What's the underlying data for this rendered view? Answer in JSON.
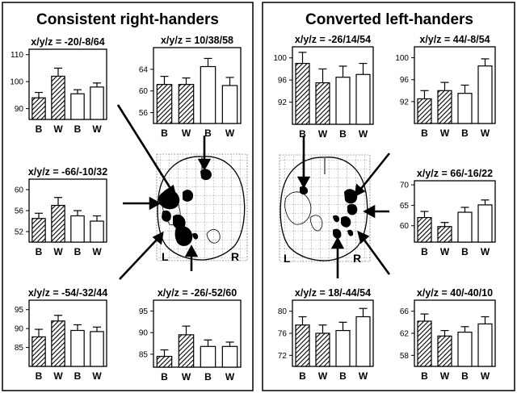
{
  "panels": [
    {
      "title": "Consistent right-handers",
      "brain_left_label": "L",
      "brain_right_label": "R"
    },
    {
      "title": "Converted left-handers",
      "brain_left_label": "L",
      "brain_right_label": "R"
    }
  ],
  "colors": {
    "frame": "#000000",
    "hatch": "#000000",
    "brain_blob": "#000000",
    "background": "#ffffff"
  },
  "chart_data": [
    {
      "type": "bar",
      "panel": "Consistent right-handers",
      "title": "x/y/z = -20/-8/64",
      "categories": [
        "B",
        "W",
        "B",
        "W"
      ],
      "values": [
        94,
        102,
        95.5,
        98
      ],
      "errors": [
        2,
        3,
        1.5,
        1.5
      ],
      "fills": [
        "hatched",
        "hatched",
        "open",
        "open"
      ],
      "ylim": [
        86,
        112
      ],
      "yticks": [
        90,
        100,
        110
      ]
    },
    {
      "type": "bar",
      "panel": "Consistent right-handers",
      "title": "x/y/z = 10/38/58",
      "categories": [
        "B",
        "W",
        "B",
        "W"
      ],
      "values": [
        61.2,
        61.2,
        64.5,
        61
      ],
      "errors": [
        1.5,
        1.2,
        1.5,
        1.5
      ],
      "fills": [
        "hatched",
        "hatched",
        "open",
        "open"
      ],
      "ylim": [
        54,
        68
      ],
      "yticks": [
        56,
        60,
        64
      ]
    },
    {
      "type": "bar",
      "panel": "Consistent right-handers",
      "title": "x/y/z = -66/-10/32",
      "categories": [
        "B",
        "W",
        "B",
        "W"
      ],
      "values": [
        54.5,
        57,
        55,
        54
      ],
      "errors": [
        1,
        1.5,
        1,
        1
      ],
      "fills": [
        "hatched",
        "hatched",
        "open",
        "open"
      ],
      "ylim": [
        50,
        62
      ],
      "yticks": [
        52,
        56,
        60
      ]
    },
    {
      "type": "bar",
      "panel": "Consistent right-handers",
      "title": "x/y/z = -54/-32/44",
      "categories": [
        "B",
        "W",
        "B",
        "W"
      ],
      "values": [
        87.8,
        92,
        89.5,
        89.2
      ],
      "errors": [
        2,
        1.5,
        1.5,
        1.2
      ],
      "fills": [
        "hatched",
        "hatched",
        "open",
        "open"
      ],
      "ylim": [
        80,
        97.5
      ],
      "yticks": [
        85,
        90,
        95
      ]
    },
    {
      "type": "bar",
      "panel": "Consistent right-handers",
      "title": "x/y/z = -26/-52/60",
      "categories": [
        "B",
        "W",
        "B",
        "W"
      ],
      "values": [
        84.5,
        89.5,
        86.8,
        86.8
      ],
      "errors": [
        1.5,
        2,
        1.5,
        1
      ],
      "fills": [
        "hatched",
        "hatched",
        "open",
        "open"
      ],
      "ylim": [
        82,
        97.5
      ],
      "yticks": [
        85,
        90,
        95
      ]
    },
    {
      "type": "bar",
      "panel": "Converted left-handers",
      "title": "x/y/z = -26/14/54",
      "categories": [
        "B",
        "W",
        "B",
        "W"
      ],
      "values": [
        99,
        95.5,
        96.5,
        97
      ],
      "errors": [
        2,
        2.5,
        2,
        2
      ],
      "fills": [
        "hatched",
        "hatched",
        "open",
        "open"
      ],
      "ylim": [
        88,
        102
      ],
      "yticks": [
        92,
        96,
        100
      ]
    },
    {
      "type": "bar",
      "panel": "Converted left-handers",
      "title": "x/y/z = 44/-8/54",
      "categories": [
        "B",
        "W",
        "B",
        "W"
      ],
      "values": [
        92.5,
        94,
        93.5,
        98.5
      ],
      "errors": [
        1.5,
        1.5,
        1.5,
        1.3
      ],
      "fills": [
        "hatched",
        "hatched",
        "open",
        "open"
      ],
      "ylim": [
        88,
        102
      ],
      "yticks": [
        92,
        96,
        100
      ]
    },
    {
      "type": "bar",
      "panel": "Converted left-handers",
      "title": "x/y/z = 66/-16/22",
      "categories": [
        "B",
        "W",
        "B",
        "W"
      ],
      "values": [
        62,
        59.8,
        63.3,
        65.1
      ],
      "errors": [
        1.5,
        1,
        1.2,
        1.2
      ],
      "fills": [
        "hatched",
        "hatched",
        "open",
        "open"
      ],
      "ylim": [
        56,
        71
      ],
      "yticks": [
        60,
        65,
        70
      ]
    },
    {
      "type": "bar",
      "panel": "Converted left-handers",
      "title": "x/y/z = 18/-44/54",
      "categories": [
        "B",
        "W",
        "B",
        "W"
      ],
      "values": [
        77.5,
        76,
        76.5,
        79
      ],
      "errors": [
        1.5,
        1.5,
        1.5,
        1.5
      ],
      "fills": [
        "hatched",
        "hatched",
        "open",
        "open"
      ],
      "ylim": [
        70,
        82
      ],
      "yticks": [
        72,
        76,
        80
      ]
    },
    {
      "type": "bar",
      "panel": "Converted left-handers",
      "title": "x/y/z = 40/-40/10",
      "categories": [
        "B",
        "W",
        "B",
        "W"
      ],
      "values": [
        64.2,
        61.5,
        62.2,
        63.7
      ],
      "errors": [
        1.3,
        1,
        1,
        1.3
      ],
      "fills": [
        "hatched",
        "hatched",
        "open",
        "open"
      ],
      "ylim": [
        56,
        68
      ],
      "yticks": [
        58,
        62,
        66
      ]
    }
  ]
}
